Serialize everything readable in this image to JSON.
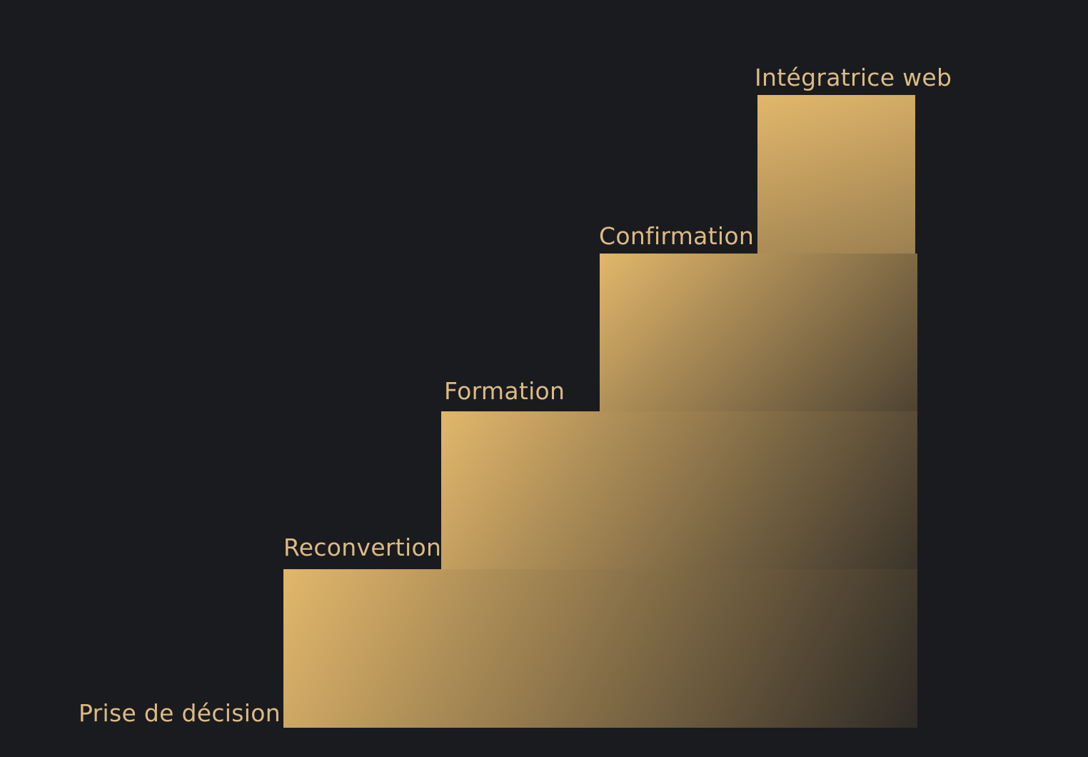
{
  "colors": {
    "background": "#1a1b1f",
    "label": "#dcbb84",
    "gradient_start": "#e2b76b",
    "gradient_end": "#1c1c1f"
  },
  "steps": [
    {
      "label": "Prise de décision"
    },
    {
      "label": "Reconvertion"
    },
    {
      "label": "Formation"
    },
    {
      "label": "Confirmation"
    },
    {
      "label": "Intégratrice web"
    }
  ]
}
